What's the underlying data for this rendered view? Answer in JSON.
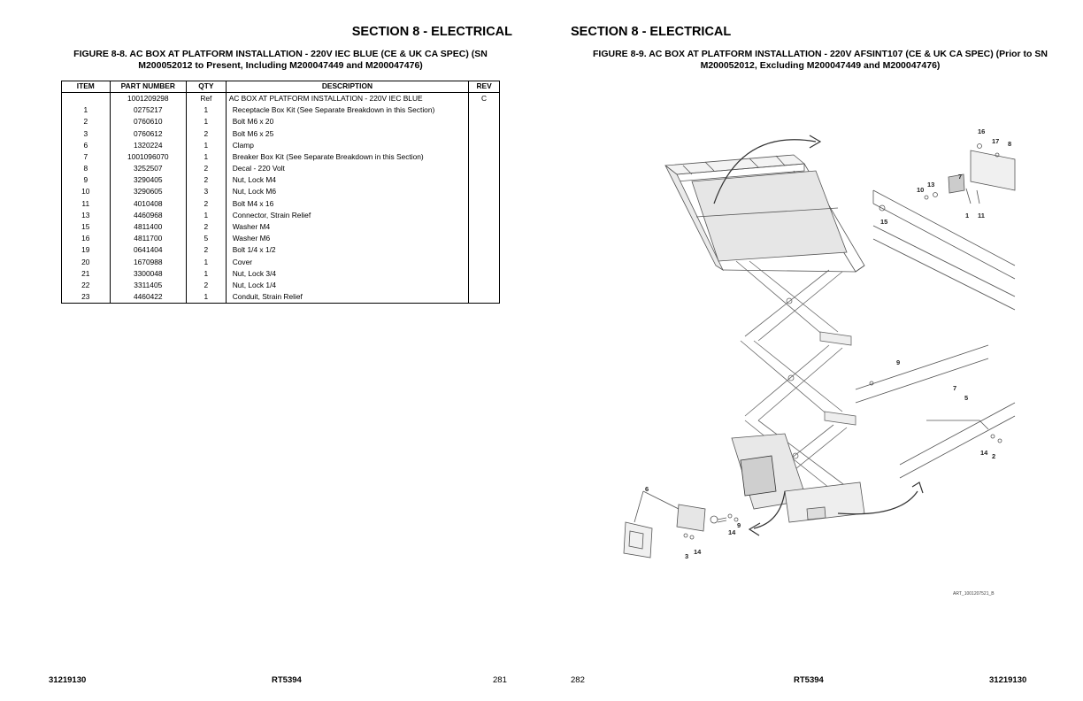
{
  "left_page": {
    "section": "SECTION 8 - ELECTRICAL",
    "figure_title": "FIGURE 8-8. AC BOX AT PLATFORM INSTALLATION - 220V IEC BLUE (CE & UK CA SPEC) (SN M200052012 to Present, Including M200047449 and M200047476)",
    "table": {
      "headers": [
        "ITEM",
        "PART NUMBER",
        "QTY",
        "DESCRIPTION",
        "REV"
      ],
      "rows": [
        {
          "item": "",
          "part": "1001209298",
          "qty": "Ref",
          "desc": "AC BOX AT PLATFORM INSTALLATION - 220V IEC BLUE",
          "rev": "C"
        },
        {
          "item": "1",
          "part": "0275217",
          "qty": "1",
          "desc": "Receptacle Box Kit (See Separate Breakdown in this Section)",
          "rev": ""
        },
        {
          "item": "2",
          "part": "0760610",
          "qty": "1",
          "desc": "Bolt M6 x 20",
          "rev": ""
        },
        {
          "item": "3",
          "part": "0760612",
          "qty": "2",
          "desc": "Bolt M6 x 25",
          "rev": ""
        },
        {
          "item": "6",
          "part": "1320224",
          "qty": "1",
          "desc": "Clamp",
          "rev": ""
        },
        {
          "item": "7",
          "part": "1001096070",
          "qty": "1",
          "desc": "Breaker Box Kit (See Separate Breakdown in this Section)",
          "rev": ""
        },
        {
          "item": "8",
          "part": "3252507",
          "qty": "2",
          "desc": "Decal - 220 Volt",
          "rev": ""
        },
        {
          "item": "9",
          "part": "3290405",
          "qty": "2",
          "desc": "Nut, Lock M4",
          "rev": ""
        },
        {
          "item": "10",
          "part": "3290605",
          "qty": "3",
          "desc": "Nut, Lock M6",
          "rev": ""
        },
        {
          "item": "11",
          "part": "4010408",
          "qty": "2",
          "desc": "Bolt M4 x 16",
          "rev": ""
        },
        {
          "item": "13",
          "part": "4460968",
          "qty": "1",
          "desc": "Connector, Strain Relief",
          "rev": ""
        },
        {
          "item": "15",
          "part": "4811400",
          "qty": "2",
          "desc": "Washer M4",
          "rev": ""
        },
        {
          "item": "16",
          "part": "4811700",
          "qty": "5",
          "desc": "Washer M6",
          "rev": ""
        },
        {
          "item": "19",
          "part": "0641404",
          "qty": "2",
          "desc": "Bolt 1/4 x 1/2",
          "rev": ""
        },
        {
          "item": "20",
          "part": "1670988",
          "qty": "1",
          "desc": "Cover",
          "rev": ""
        },
        {
          "item": "21",
          "part": "3300048",
          "qty": "1",
          "desc": "Nut, Lock 3/4",
          "rev": ""
        },
        {
          "item": "22",
          "part": "3311405",
          "qty": "2",
          "desc": "Nut, Lock 1/4",
          "rev": ""
        },
        {
          "item": "23",
          "part": "4460422",
          "qty": "1",
          "desc": "Conduit, Strain Relief",
          "rev": ""
        }
      ]
    },
    "footer": {
      "doc_number": "31219130",
      "model": "RT5394",
      "page": "281"
    }
  },
  "right_page": {
    "section": "SECTION 8 - ELECTRICAL",
    "figure_title": "FIGURE 8-9. AC BOX AT PLATFORM INSTALLATION - 220V AFSINT107 (CE & UK CA SPEC) (Prior to SN M200052012, Excluding M200047449 and M200047476)",
    "callouts": [
      "16",
      "17",
      "8",
      "7",
      "10",
      "13",
      "1",
      "11",
      "15",
      "9",
      "7",
      "5",
      "14",
      "2",
      "6",
      "9",
      "14",
      "3",
      "14"
    ],
    "art_id": "ART_1001207521_B",
    "footer": {
      "page": "282",
      "model": "RT5394",
      "doc_number": "31219130"
    }
  }
}
